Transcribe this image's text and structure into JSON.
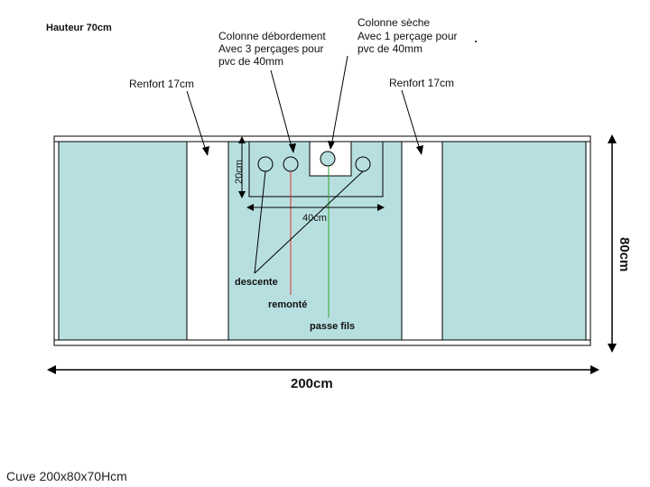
{
  "labels": {
    "height": "Hauteur 70cm",
    "overflow_column": [
      "Colonne débordement",
      "Avec 3 perçages pour",
      "pvc de 40mm"
    ],
    "dry_column": [
      "Colonne sèche",
      "Avec 1 perçage pour",
      "pvc de 40mm"
    ],
    "reinforcement_left": "Renfort 17cm",
    "reinforcement_right": "Renfort 17cm",
    "dim_20cm": "20cm",
    "dim_40cm": "40cm",
    "descente": "descente",
    "remonte": "remonté",
    "passe_fils": "passe fils",
    "dim_80cm": "80cm",
    "dim_200cm": "200cm",
    "caption": "Cuve 200x80x70Hcm"
  },
  "colors": {
    "water": "#b7dfe0",
    "outline": "#000000",
    "return_line": "#e03030",
    "cable_line": "#30a030"
  }
}
